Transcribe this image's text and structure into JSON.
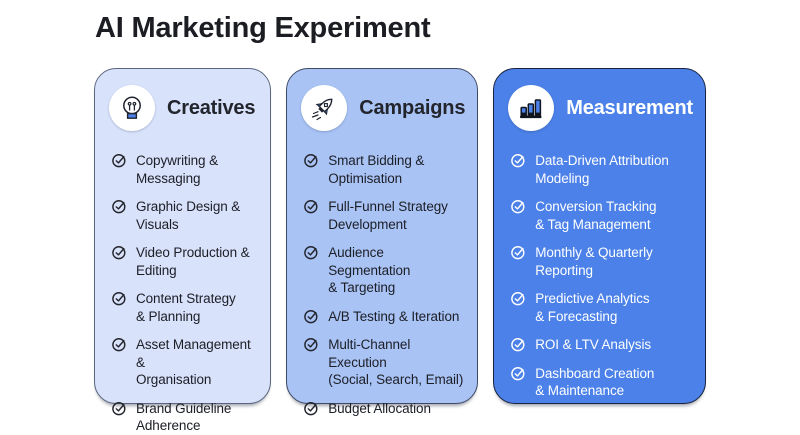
{
  "page": {
    "title": "AI Marketing Experiment",
    "background": "#ffffff"
  },
  "colors": {
    "card_light_blue": "#d9e2fb",
    "card_medium_blue": "#a9c3f5",
    "card_strong_blue": "#4b81e8",
    "dark_text": "#1c1e26",
    "light_text": "#ffffff",
    "icon_circle": "#ffffff"
  },
  "cards": [
    {
      "title": "Creatives",
      "icon": "lightbulb-icon",
      "items": [
        "Copywriting & Messaging",
        "Graphic Design & Visuals",
        "Video Production & Editing",
        "Content Strategy\n& Planning",
        "Asset Management &\nOrganisation",
        "Brand Guideline\nAdherence"
      ]
    },
    {
      "title": "Campaigns",
      "icon": "rocket-icon",
      "items": [
        "Smart Bidding &\nOptimisation",
        "Full-Funnel Strategy\nDevelopment",
        "Audience Segmentation\n& Targeting",
        "A/B Testing & Iteration",
        "Multi-Channel Execution\n(Social, Search, Email)",
        "Budget Allocation"
      ]
    },
    {
      "title": "Measurement",
      "icon": "bar-chart-icon",
      "items": [
        "Data-Driven Attribution\nModeling",
        "Conversion Tracking\n& Tag Management",
        "Monthly & Quarterly\nReporting",
        "Predictive Analytics\n& Forecasting",
        "ROI & LTV Analysis",
        "Dashboard Creation\n& Maintenance"
      ]
    }
  ]
}
